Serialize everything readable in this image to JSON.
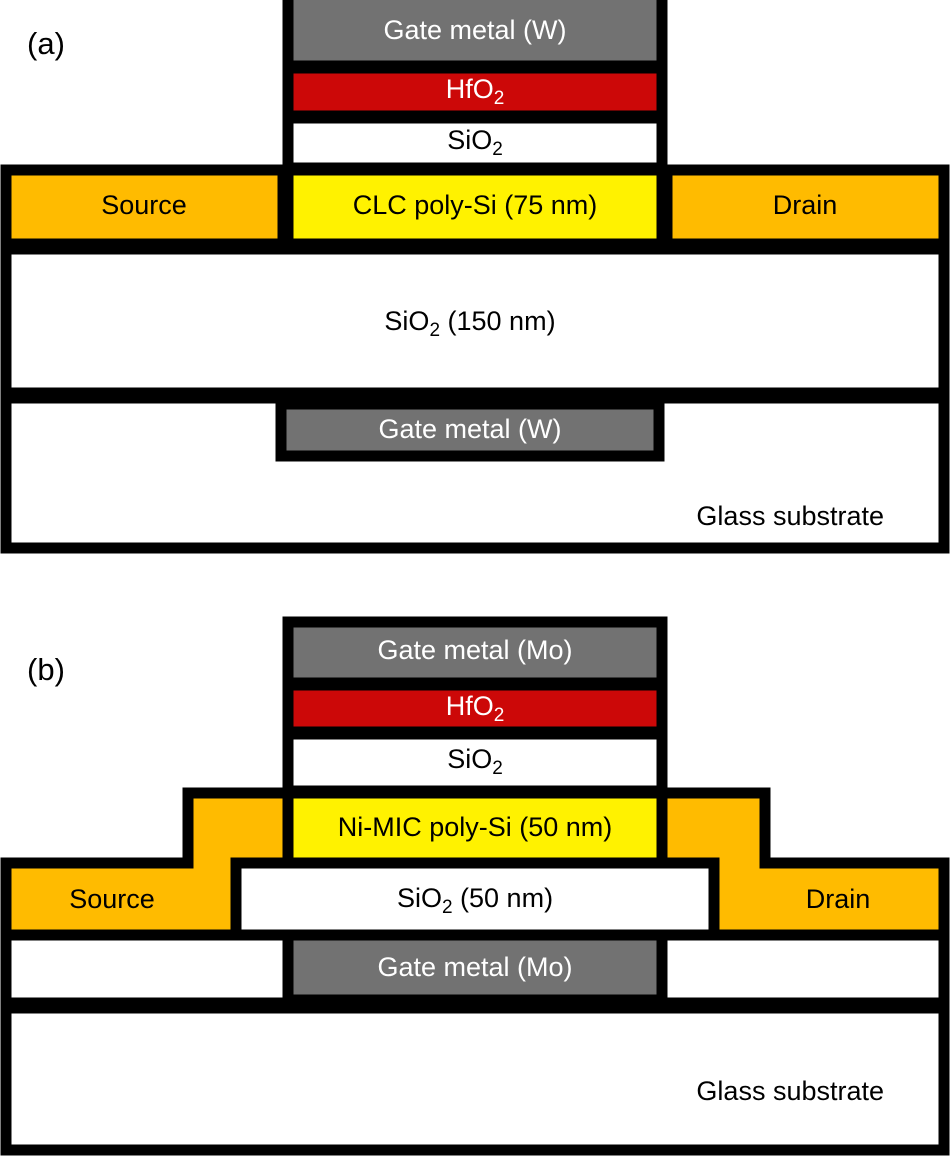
{
  "figure": {
    "type": "device-cross-section-schematic",
    "panel_count": 2,
    "colors": {
      "outline": "#000000",
      "gate_metal": "#727272",
      "hafnium_oxide": "#CC0808",
      "silicon_dioxide": "#FFFFFF",
      "poly_silicon": "#FFF200",
      "source_drain": "#FFBB00",
      "glass_substrate": "#FFFFFF",
      "background": "#FFFFFF"
    }
  },
  "panels": [
    {
      "id": "a",
      "tag": "(a)",
      "description": "Dual-gate thin-film transistor with CLC poly-Si channel, tungsten gate metal, coplanar source and drain on glass substrate",
      "layers": {
        "top_gate_metal": {
          "label": "Gate  metal (W)",
          "material": "W",
          "color": "#727272",
          "text_color": "#FFFFFF"
        },
        "high_k_dielectric": {
          "label_main": "HfO",
          "label_sub": "2",
          "material": "HfO2",
          "color": "#CC0808",
          "text_color": "#FFFFFF"
        },
        "gate_oxide": {
          "label_main": "SiO",
          "label_sub": "2",
          "material": "SiO2",
          "color": "#FFFFFF",
          "text_color": "#000000"
        },
        "channel": {
          "label": "CLC poly-Si (75 nm)",
          "material": "CLC poly-Si",
          "thickness": "75 nm",
          "color": "#FFF200",
          "text_color": "#000000"
        },
        "source": {
          "label": "Source",
          "color": "#FFBB00",
          "text_color": "#000000"
        },
        "drain": {
          "label": "Drain",
          "color": "#FFBB00",
          "text_color": "#000000"
        },
        "buried_oxide": {
          "label_main": "SiO",
          "label_sub": "2",
          "label_tail": " (150 nm)",
          "material": "SiO2",
          "thickness": "150 nm",
          "color": "#FFFFFF",
          "text_color": "#000000"
        },
        "bottom_gate_metal": {
          "label": "Gate  metal (W)",
          "material": "W",
          "color": "#727272",
          "text_color": "#FFFFFF"
        },
        "substrate": {
          "label": "Glass substrate",
          "color": "#FFFFFF",
          "text_color": "#000000"
        }
      }
    },
    {
      "id": "b",
      "tag": "(b)",
      "description": "Dual-gate thin-film transistor with Ni-MIC poly-Si channel, molybdenum gate metal, stepped self-aligned source and drain on glass substrate",
      "layers": {
        "top_gate_metal": {
          "label": "Gate  metal (Mo)",
          "material": "Mo",
          "color": "#727272",
          "text_color": "#FFFFFF"
        },
        "high_k_dielectric": {
          "label_main": "HfO",
          "label_sub": "2",
          "material": "HfO2",
          "color": "#CC0808",
          "text_color": "#FFFFFF"
        },
        "gate_oxide": {
          "label_main": "SiO",
          "label_sub": "2",
          "material": "SiO2",
          "color": "#FFFFFF",
          "text_color": "#000000"
        },
        "channel": {
          "label": "Ni-MIC poly-Si (50 nm)",
          "material": "Ni-MIC poly-Si",
          "thickness": "50 nm",
          "color": "#FFF200",
          "text_color": "#000000"
        },
        "source": {
          "label": "Source",
          "color": "#FFBB00",
          "text_color": "#000000"
        },
        "drain": {
          "label": "Drain",
          "color": "#FFBB00",
          "text_color": "#000000"
        },
        "buried_oxide": {
          "label_main": "SiO",
          "label_sub": "2",
          "label_tail": " (50 nm)",
          "material": "SiO2",
          "thickness": "50 nm",
          "color": "#FFFFFF",
          "text_color": "#000000"
        },
        "bottom_gate_metal": {
          "label": "Gate  metal (Mo)",
          "material": "Mo",
          "color": "#727272",
          "text_color": "#FFFFFF"
        },
        "substrate": {
          "label": "Glass substrate",
          "color": "#FFFFFF",
          "text_color": "#000000"
        }
      }
    }
  ]
}
